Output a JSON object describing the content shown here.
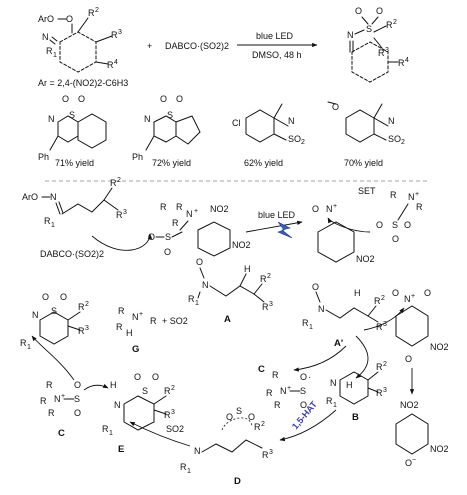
{
  "reaction": {
    "conditions_top": "blue LED",
    "conditions_bottom": "DMSO, 48 h",
    "reagent": "DABCO·(SO2)2",
    "plus": "+",
    "ar_definition": "Ar = 2,4-(NO2)2-C6H3",
    "substrate_labels": {
      "aro": "ArO",
      "n": "N",
      "r1": "R",
      "r2": "R",
      "r3": "R",
      "r4": "R"
    },
    "product_labels": {
      "so2": "S",
      "n": "N",
      "r2": "R",
      "r3": "R",
      "r4": "R"
    }
  },
  "examples": [
    {
      "yield": "71% yield",
      "ph": "Ph"
    },
    {
      "yield": "72% yield",
      "ph": "Ph"
    },
    {
      "yield": "62% yield",
      "sub": "Cl"
    },
    {
      "yield": "70% yield",
      "sub": "O"
    }
  ],
  "mechanism": {
    "blue_led": "blue LED",
    "set": "SET",
    "hat": "1,5-HAT",
    "dabco": "DABCO·(SO2)2",
    "so2": "SO2",
    "so2_plus": "+ SO2",
    "intermediates": [
      "A",
      "A'",
      "B",
      "C",
      "C",
      "D",
      "E",
      "G"
    ],
    "no2": "NO2",
    "aro": "ArO"
  }
}
